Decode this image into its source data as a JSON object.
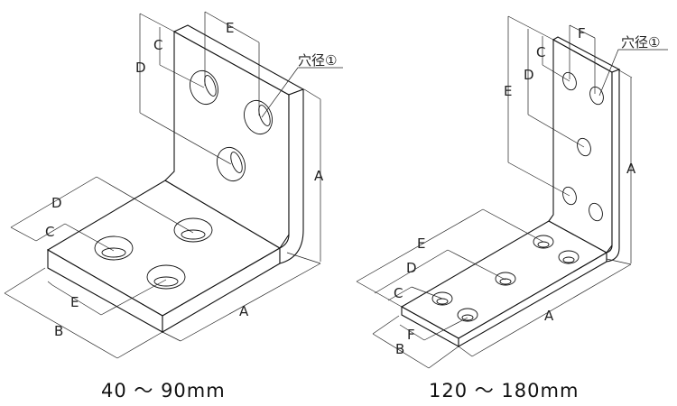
{
  "left": {
    "caption": "40 ～ 90mm",
    "hole_label": "穴径①",
    "dims": {
      "A1": "A",
      "A2": "A",
      "B": "B",
      "C1": "C",
      "C2": "C",
      "D1": "D",
      "D2": "D",
      "E1": "E",
      "E2": "E"
    }
  },
  "right": {
    "caption": "120 ～ 180mm",
    "hole_label": "穴径①",
    "dims": {
      "A1": "A",
      "A2": "A",
      "B": "B",
      "C1": "C",
      "C2": "C",
      "D1": "D",
      "D2": "D",
      "E1": "E",
      "E2": "E",
      "F1": "F",
      "F2": "F"
    }
  }
}
